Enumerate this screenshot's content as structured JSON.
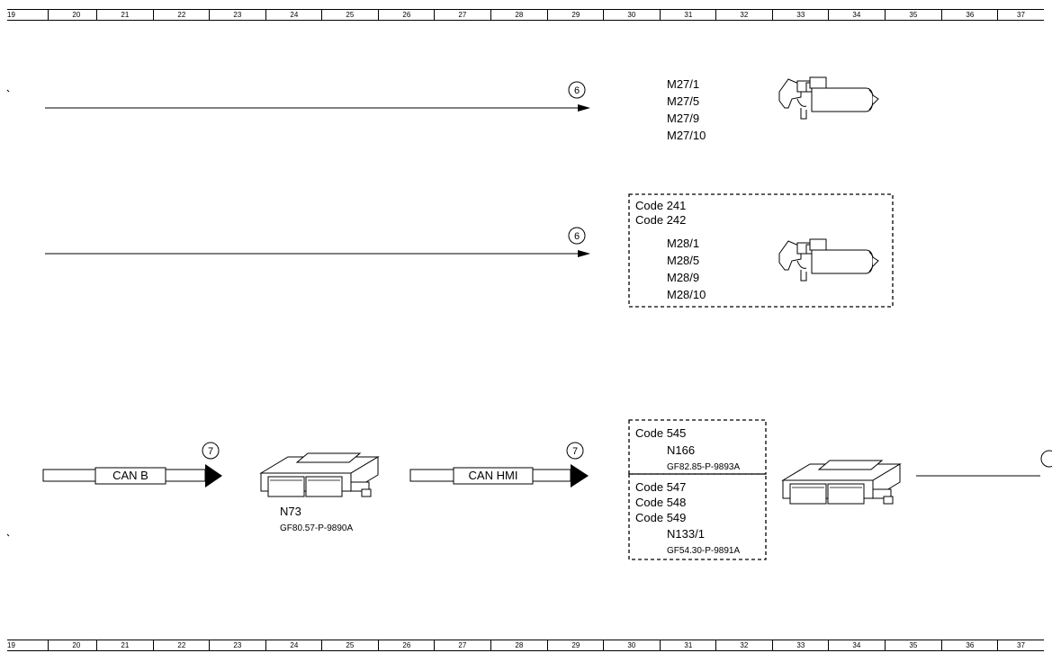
{
  "ruler": {
    "columns": [
      "19",
      "20",
      "21",
      "22",
      "23",
      "24",
      "25",
      "26",
      "27",
      "28",
      "29",
      "30",
      "31",
      "32",
      "33",
      "34",
      "35",
      "36",
      "37"
    ]
  },
  "top_section": {
    "connector_label": "6",
    "components": [
      "M27/1",
      "M27/5",
      "M27/9",
      "M27/10"
    ]
  },
  "middle_section": {
    "connector_label": "6",
    "codes": [
      "Code 241",
      "Code 242"
    ],
    "components": [
      "M28/1",
      "M28/5",
      "M28/9",
      "M28/10"
    ]
  },
  "bottom_section": {
    "can_b_label": "CAN B",
    "connector_left": "7",
    "left_module_name": "N73",
    "left_module_ref": "GF80.57-P-9890A",
    "can_hmi_label": "CAN HMI",
    "connector_right": "7",
    "group_a": {
      "code": "Code 545",
      "module_name": "N166",
      "module_ref": "GF82.85-P-9893A"
    },
    "group_b": {
      "codes": [
        "Code 547",
        "Code 548",
        "Code 549"
      ],
      "module_name": "N133/1",
      "module_ref": "GF54.30-P-9891A"
    }
  }
}
